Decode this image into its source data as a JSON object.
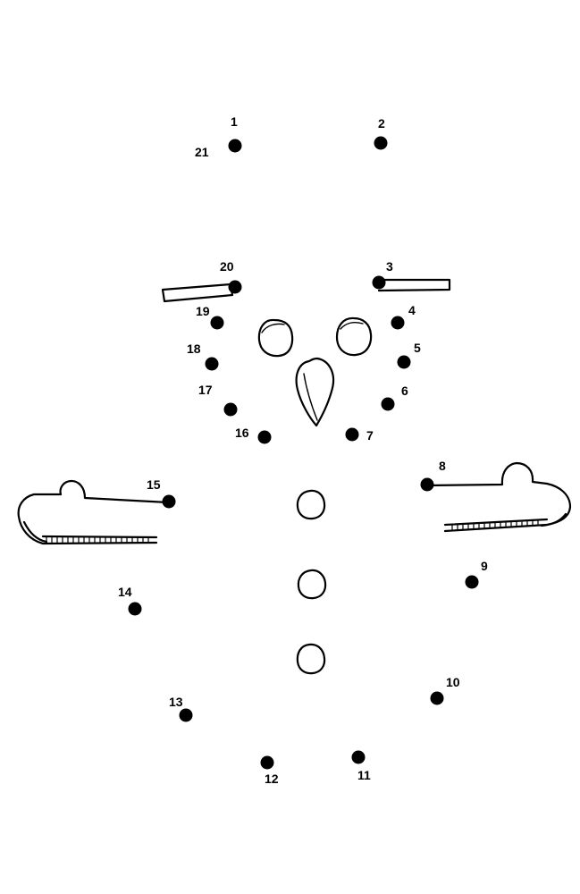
{
  "worksheet": {
    "ink_color": "#000000",
    "paper_color": "#ffffff",
    "dots": [
      {
        "label": "1"
      },
      {
        "label": "2"
      },
      {
        "label": "3"
      },
      {
        "label": "4"
      },
      {
        "label": "5"
      },
      {
        "label": "6"
      },
      {
        "label": "7"
      },
      {
        "label": "8"
      },
      {
        "label": "9"
      },
      {
        "label": "10"
      },
      {
        "label": "11"
      },
      {
        "label": "12"
      },
      {
        "label": "13"
      },
      {
        "label": "14"
      },
      {
        "label": "15"
      },
      {
        "label": "16"
      },
      {
        "label": "17"
      },
      {
        "label": "18"
      },
      {
        "label": "19"
      },
      {
        "label": "20"
      }
    ],
    "extra_label": "21",
    "drawn_parts": [
      "left-arm-icon",
      "right-arm-icon",
      "left-brim-icon",
      "right-brim-icon",
      "left-eye-icon",
      "right-eye-icon",
      "carrot-nose-icon",
      "button-icon"
    ]
  }
}
